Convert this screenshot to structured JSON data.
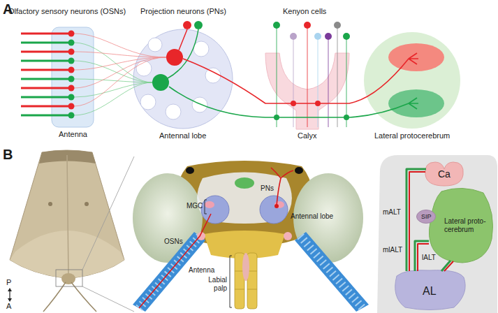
{
  "diagram": {
    "nodes": [
      {
        "text": [
          "Antenna"
        ]
      },
      {
        "text": [
          "Antennal lobe"
        ]
      },
      {
        "text": [
          "Calyx"
        ]
      },
      {
        "text": [
          "Lateral protocerebrum"
        ]
      },
      {
        "text": [
          "Ca"
        ]
      },
      {
        "text": [
          "Lateral proto-cerebrum"
        ]
      },
      {
        "text": [
          "SIP"
        ]
      },
      {
        "text": [
          "AL"
        ]
      }
    ],
    "edges": [
      {
        "from": 7,
        "to": 4,
        "arrow": "none",
        "label": "mALT"
      },
      {
        "from": 7,
        "to": 5,
        "arrow": "none",
        "label": "mlALT"
      },
      {
        "from": 7,
        "to": 5,
        "arrow": "none",
        "label": "lALT"
      }
    ],
    "labels": [
      "A",
      "Olfactory sensory neurons (OSNs)",
      "Projection neurons (PNs)",
      "Kenyon cells",
      "B",
      "P",
      "A",
      "OSNs",
      "Antenna",
      "MGC",
      "PNs",
      "Antennal lobe",
      "Labial palp"
    ]
  }
}
